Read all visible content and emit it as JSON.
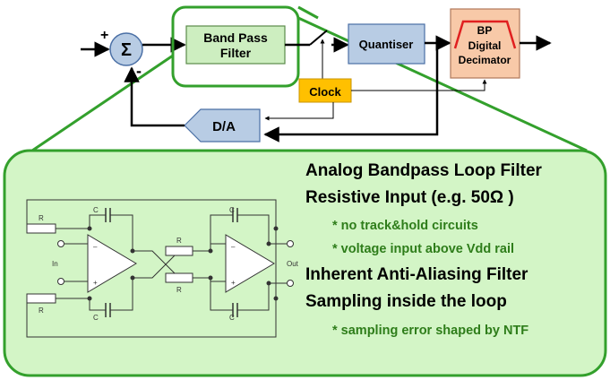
{
  "diagram": {
    "sum_symbol": "Σ",
    "plus_sign": "+",
    "minus_sign": "-",
    "bandpass_filter": [
      "Band Pass",
      "Filter"
    ],
    "quantiser": "Quantiser",
    "bp_decimator": [
      "BP",
      "Digital",
      "Decimator"
    ],
    "clock": "Clock",
    "dac": "D/A"
  },
  "schematic": {
    "resistor": "R",
    "capacitor": "C",
    "input": "In",
    "output": "Out",
    "opamp_plus": "+",
    "opamp_minus": "–"
  },
  "bullets": [
    {
      "level": 1,
      "text": "Analog Bandpass Loop Filter"
    },
    {
      "level": 1,
      "text": "Resistive Input (e.g. 50Ω )"
    },
    {
      "level": 2,
      "text": "* no track&hold circuits"
    },
    {
      "level": 2,
      "text": "* voltage input above Vdd rail"
    },
    {
      "level": 1,
      "text": "Inherent Anti-Aliasing Filter"
    },
    {
      "level": 1,
      "text": "Sampling inside the loop"
    },
    {
      "level": 2,
      "text": "* sampling error shaped by NTF"
    }
  ],
  "colors": {
    "panel_fill": "#d3f5c6",
    "panel_border": "#33a02c",
    "block_blue": "#b8cce4",
    "block_green": "#cdeec0",
    "block_orange": "#f8c9a8",
    "clock_yellow": "#ffc000",
    "sub_bullet_green": "#2e7d1a"
  }
}
